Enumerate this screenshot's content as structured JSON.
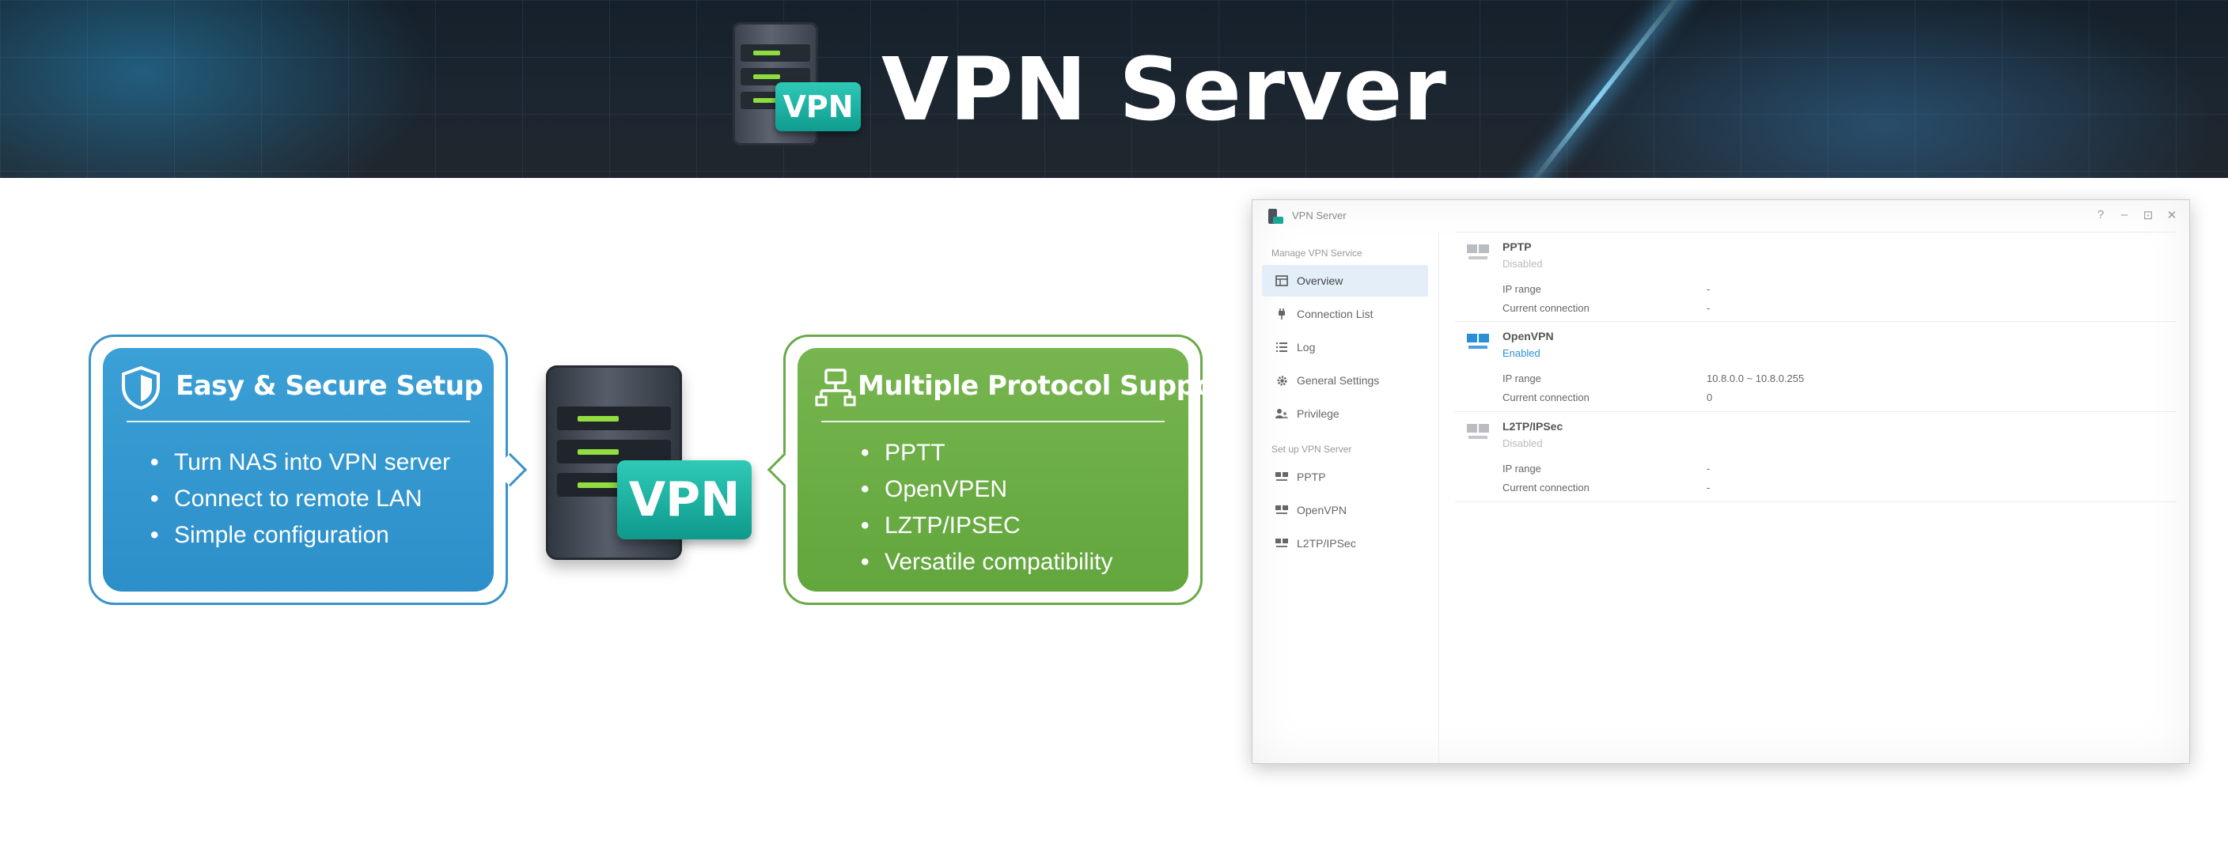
{
  "banner": {
    "title": "VPN Server",
    "badge": "VPN"
  },
  "feature_left": {
    "title": "Easy & Secure Setup",
    "icon": "shield-icon",
    "items": [
      "Turn NAS into VPN server",
      "Connect to remote LAN",
      "Simple configuration"
    ]
  },
  "center_badge": "VPN",
  "feature_right": {
    "title": "Multiple Protocol Support",
    "icon": "network-icon",
    "items": [
      "PPTT",
      "OpenVPEN",
      "LZTP/IPSEC",
      "Versatile compatibility"
    ]
  },
  "window": {
    "title": "VPN Server",
    "controls": [
      "?",
      "–",
      "⊡",
      "✕"
    ],
    "sidebar": {
      "section_manage": "Manage VPN Service",
      "manage_items": [
        {
          "label": "Overview",
          "icon": "overview-icon",
          "active": true
        },
        {
          "label": "Connection List",
          "icon": "plug-icon"
        },
        {
          "label": "Log",
          "icon": "list-icon"
        },
        {
          "label": "General Settings",
          "icon": "gear-icon"
        },
        {
          "label": "Privilege",
          "icon": "users-icon"
        }
      ],
      "section_setup": "Set up VPN Server",
      "setup_items": [
        {
          "label": "PPTP",
          "icon": "server-icon"
        },
        {
          "label": "OpenVPN",
          "icon": "server-icon"
        },
        {
          "label": "L2TP/IPSec",
          "icon": "server-icon"
        }
      ]
    },
    "protocols": [
      {
        "name": "PPTP",
        "status": "Disabled",
        "ip_range_label": "IP range",
        "ip_range": "-",
        "conn_label": "Current connection",
        "conn": "-"
      },
      {
        "name": "OpenVPN",
        "status": "Enabled",
        "ip_range_label": "IP range",
        "ip_range": "10.8.0.0 ~ 10.8.0.255",
        "conn_label": "Current connection",
        "conn": "0"
      },
      {
        "name": "L2TP/IPSec",
        "status": "Disabled",
        "ip_range_label": "IP range",
        "ip_range": "-",
        "conn_label": "Current connection",
        "conn": "-"
      }
    ],
    "colors": {
      "enabled": "#2a8fd4",
      "active_bg": "#e3eef9"
    }
  }
}
